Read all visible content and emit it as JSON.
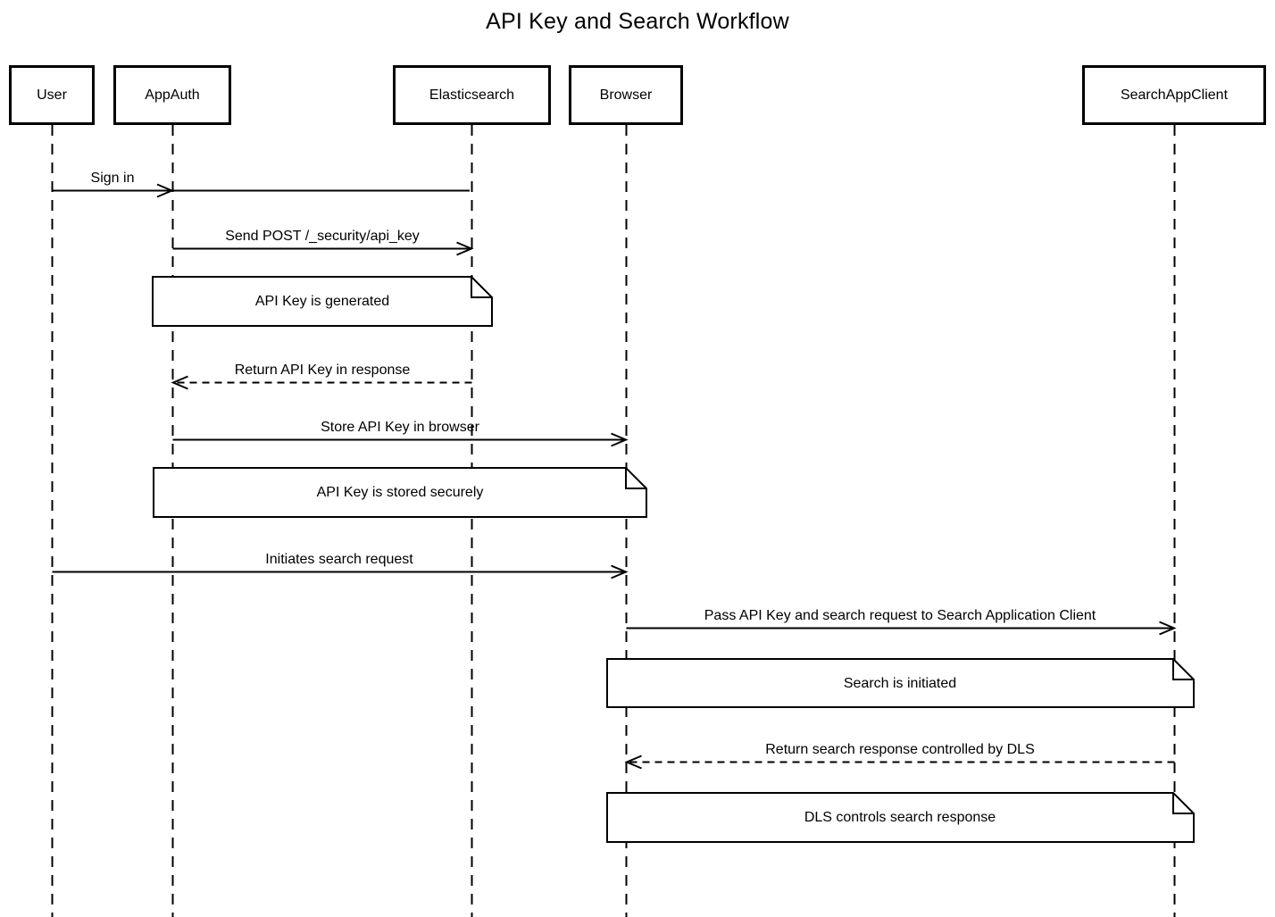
{
  "title": "API Key and Search Workflow",
  "participants": [
    {
      "label": "User"
    },
    {
      "label": "AppAuth"
    },
    {
      "label": "Elasticsearch"
    },
    {
      "label": "Browser"
    },
    {
      "label": "SearchAppClient"
    }
  ],
  "messages": [
    {
      "label": "Sign in",
      "from": "User",
      "to": "AppAuth",
      "line": "solid"
    },
    {
      "label": "Send POST /_security/api_key",
      "from": "AppAuth",
      "to": "Elasticsearch",
      "line": "solid"
    },
    {
      "label": "Return API Key in response",
      "from": "Elasticsearch",
      "to": "AppAuth",
      "line": "dashed"
    },
    {
      "label": "Store API Key in browser",
      "from": "AppAuth",
      "to": "Browser",
      "line": "solid"
    },
    {
      "label": "Initiates search request",
      "from": "User",
      "to": "Browser",
      "line": "solid"
    },
    {
      "label": "Pass API Key and search request to Search Application Client",
      "from": "Browser",
      "to": "SearchAppClient",
      "line": "solid"
    },
    {
      "label": "Return search response controlled by DLS",
      "from": "SearchAppClient",
      "to": "Browser",
      "line": "dashed"
    }
  ],
  "notes": [
    {
      "label": "API Key is generated",
      "over": "AppAuth, Elasticsearch"
    },
    {
      "label": "API Key is stored securely",
      "over": "AppAuth, Browser"
    },
    {
      "label": "Search is initiated",
      "over": "Browser, SearchAppClient"
    },
    {
      "label": "DLS controls search response",
      "over": "Browser, SearchAppClient"
    }
  ],
  "colors": {
    "stroke": "#000000",
    "fill": "#ffffff",
    "background": "#ffffff"
  }
}
